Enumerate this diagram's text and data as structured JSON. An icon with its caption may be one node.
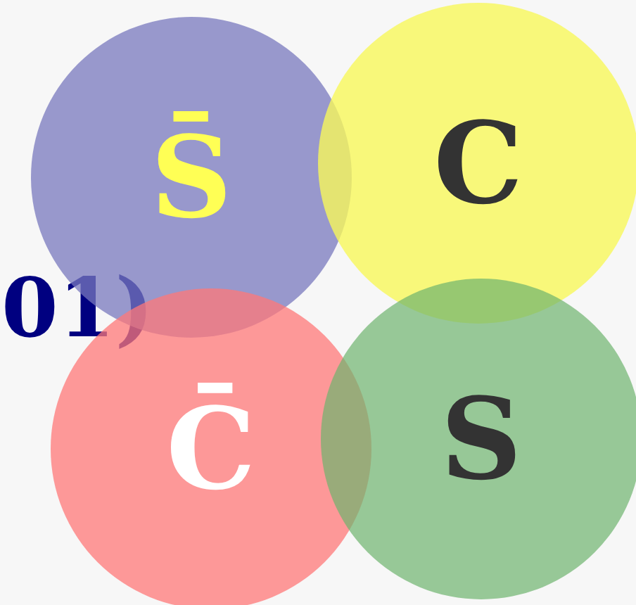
{
  "diagram": {
    "nodes": [
      {
        "text": [
          "S̄"
        ]
      },
      {
        "text": [
          "C"
        ]
      },
      {
        "text": [
          "C̄"
        ]
      },
      {
        "text": [
          "S"
        ]
      }
    ],
    "labels": [
      "01)"
    ]
  }
}
